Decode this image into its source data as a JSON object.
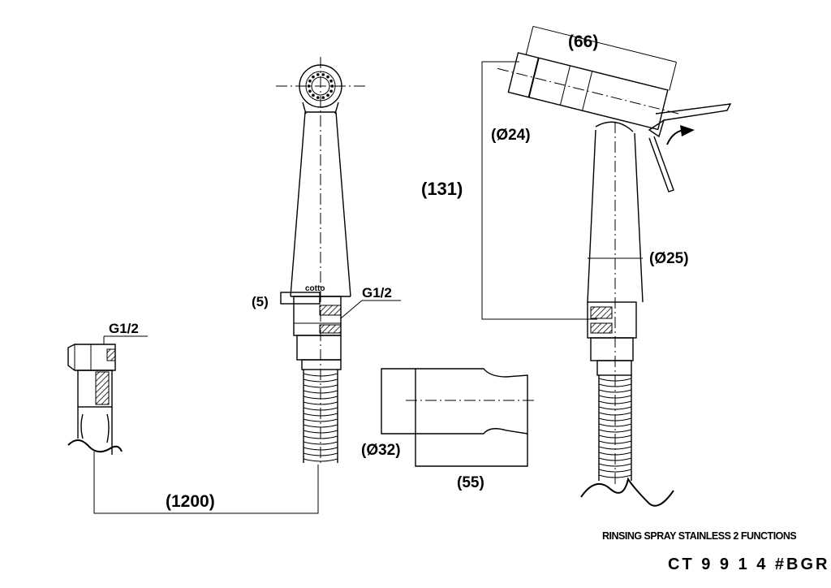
{
  "drawing": {
    "dimensions": {
      "left_thread": "G1/2",
      "hose_length": "(1200)",
      "front_offset": "(5)",
      "front_thread": "G1/2",
      "head_length": "(66)",
      "head_diameter": "(Ø24)",
      "height": "(131)",
      "handle_diameter": "(Ø25)",
      "holder_diameter": "(Ø32)",
      "holder_length": "(55)"
    },
    "brand_mark": "cotto"
  },
  "title_block": {
    "product_name": "RINSING SPRAY STAINLESS 2 FUNCTIONS",
    "product_code": "CT 9 9 1 4 #BGR"
  }
}
